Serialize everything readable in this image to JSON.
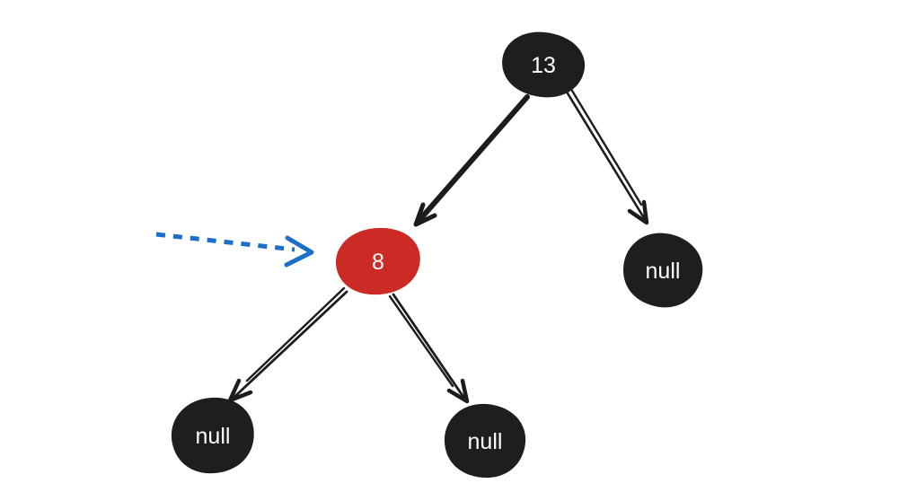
{
  "diagram": {
    "kind": "red-black-tree",
    "colors": {
      "black_node": "#201d1d",
      "red_node": "#cb2b24",
      "node_text": "#ffffff",
      "edge": "#1d1b1b",
      "pointer": "#1b6ec9",
      "background": "#ffffff"
    },
    "tree": {
      "nodes": [
        {
          "id": "root",
          "label": "13",
          "color": "black"
        },
        {
          "id": "node-8",
          "label": "8",
          "color": "red"
        },
        {
          "id": "null-right",
          "label": "null",
          "color": "black"
        },
        {
          "id": "null-bottom-left",
          "label": "null",
          "color": "black"
        },
        {
          "id": "null-bottom-middle",
          "label": "null",
          "color": "black"
        }
      ],
      "edges": [
        {
          "from": "root",
          "to": "node-8",
          "style": "single-thick-arrow"
        },
        {
          "from": "root",
          "to": "null-right",
          "style": "double-line-arrow"
        },
        {
          "from": "node-8",
          "to": "null-bottom-left",
          "style": "double-line-arrow"
        },
        {
          "from": "node-8",
          "to": "null-bottom-middle",
          "style": "double-line-arrow"
        }
      ]
    },
    "pointer": {
      "target": "node-8",
      "style": "dashed-arrow"
    }
  }
}
